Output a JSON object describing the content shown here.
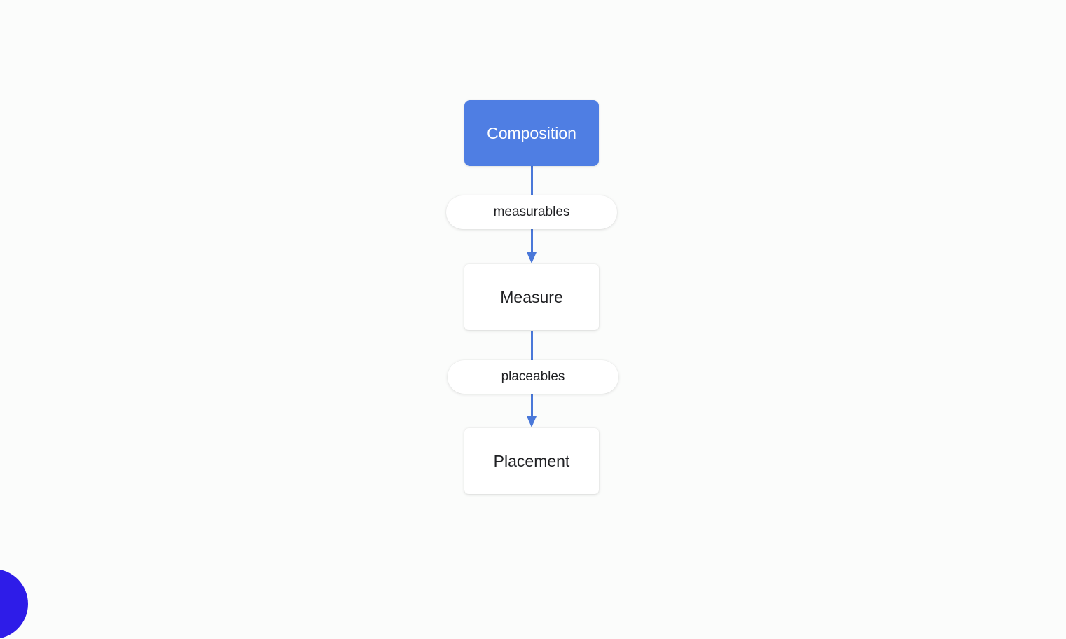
{
  "diagram": {
    "nodes": {
      "composition": "Composition",
      "measure": "Measure",
      "placement": "Placement"
    },
    "edges": {
      "measurables": "measurables",
      "placeables": "placeables"
    }
  },
  "colors": {
    "background": "#fbfcfb",
    "primary_node": "#4f7ee3",
    "connector": "#4a78d9",
    "corner_accent": "#2e1ce8"
  }
}
